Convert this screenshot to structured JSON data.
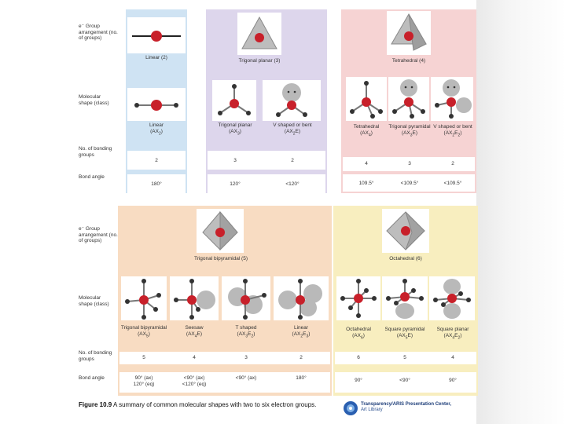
{
  "row_labels_top": {
    "arrangement": "e⁻ Group arrangement (no. of groups)",
    "shape": "Molecular shape (class)",
    "bonding": "No. of bonding groups",
    "angle": "Bond angle"
  },
  "row_labels_bottom": {
    "arrangement": "e⁻ Group arrangement (no. of groups)",
    "shape": "Molecular shape (class)",
    "bonding": "No. of bonding groups",
    "angle": "Bond angle"
  },
  "linear": {
    "arrangement": "Linear (2)",
    "shape_name": "Linear",
    "shape_class": "AX",
    "shape_class_sub": "2",
    "bonding": "2",
    "angle": "180°"
  },
  "trigonal": {
    "arrangement": "Trigonal planar (3)",
    "shapes": [
      {
        "name": "Trigonal planar",
        "cls": "AX",
        "sub": "3",
        "e": "",
        "esub": "",
        "bonding": "3",
        "angle": "120°"
      },
      {
        "name": "V shaped or bent",
        "cls": "AX",
        "sub": "2",
        "e": "E",
        "esub": "",
        "bonding": "2",
        "angle": "<120°"
      }
    ]
  },
  "tetrahedral": {
    "arrangement": "Tetrahedral (4)",
    "shapes": [
      {
        "name": "Tetrahedral",
        "cls": "AX",
        "sub": "4",
        "e": "",
        "esub": "",
        "bonding": "4",
        "angle": "109.5°"
      },
      {
        "name": "Trigonal pyramidal",
        "cls": "AX",
        "sub": "3",
        "e": "E",
        "esub": "",
        "bonding": "3",
        "angle": "<109.5°"
      },
      {
        "name": "V shaped or bent",
        "cls": "AX",
        "sub": "2",
        "e": "E",
        "esub": "2",
        "bonding": "2",
        "angle": "<109.5°"
      }
    ]
  },
  "bipyramidal": {
    "arrangement": "Trigonal bipyramidal (5)",
    "shapes": [
      {
        "name": "Trigonal bipyramidal",
        "cls": "AX",
        "sub": "5",
        "e": "",
        "esub": "",
        "bonding": "5",
        "angle1": "90° (ax)",
        "angle2": "120° (eq)"
      },
      {
        "name": "Seesaw",
        "cls": "AX",
        "sub": "4",
        "e": "E",
        "esub": "",
        "bonding": "4",
        "angle1": "<90° (ax)",
        "angle2": "<120° (eq)"
      },
      {
        "name": "T shaped",
        "cls": "AX",
        "sub": "3",
        "e": "E",
        "esub": "2",
        "bonding": "3",
        "angle1": "<90° (ax)",
        "angle2": ""
      },
      {
        "name": "Linear",
        "cls": "AX",
        "sub": "2",
        "e": "E",
        "esub": "3",
        "bonding": "2",
        "angle1": "180°",
        "angle2": ""
      }
    ]
  },
  "octahedral": {
    "arrangement": "Octahedral (6)",
    "shapes": [
      {
        "name": "Octahedral",
        "cls": "AX",
        "sub": "6",
        "e": "",
        "esub": "",
        "bonding": "6",
        "angle": "90°"
      },
      {
        "name": "Square pyramidal",
        "cls": "AX",
        "sub": "5",
        "e": "E",
        "esub": "",
        "bonding": "5",
        "angle": "<90°"
      },
      {
        "name": "Square planar",
        "cls": "AX",
        "sub": "4",
        "e": "E",
        "esub": "2",
        "bonding": "4",
        "angle": "90°"
      }
    ]
  },
  "caption": {
    "figure": "Figure 10.9",
    "text": "A summary of common molecular shapes with two to six electron groups."
  },
  "credit": {
    "line1": "Transparency/ARIS Presentation Center,",
    "line2": "Art Library"
  },
  "colors": {
    "atom_center": "#c8202a",
    "atom_outer": "#333333",
    "lobe": "#b9b9b9",
    "blue": "#cfe3f3",
    "purple": "#ddd6ec",
    "pink": "#f6d3d3",
    "peach": "#f8dcc2",
    "yellow": "#f8eebf"
  }
}
